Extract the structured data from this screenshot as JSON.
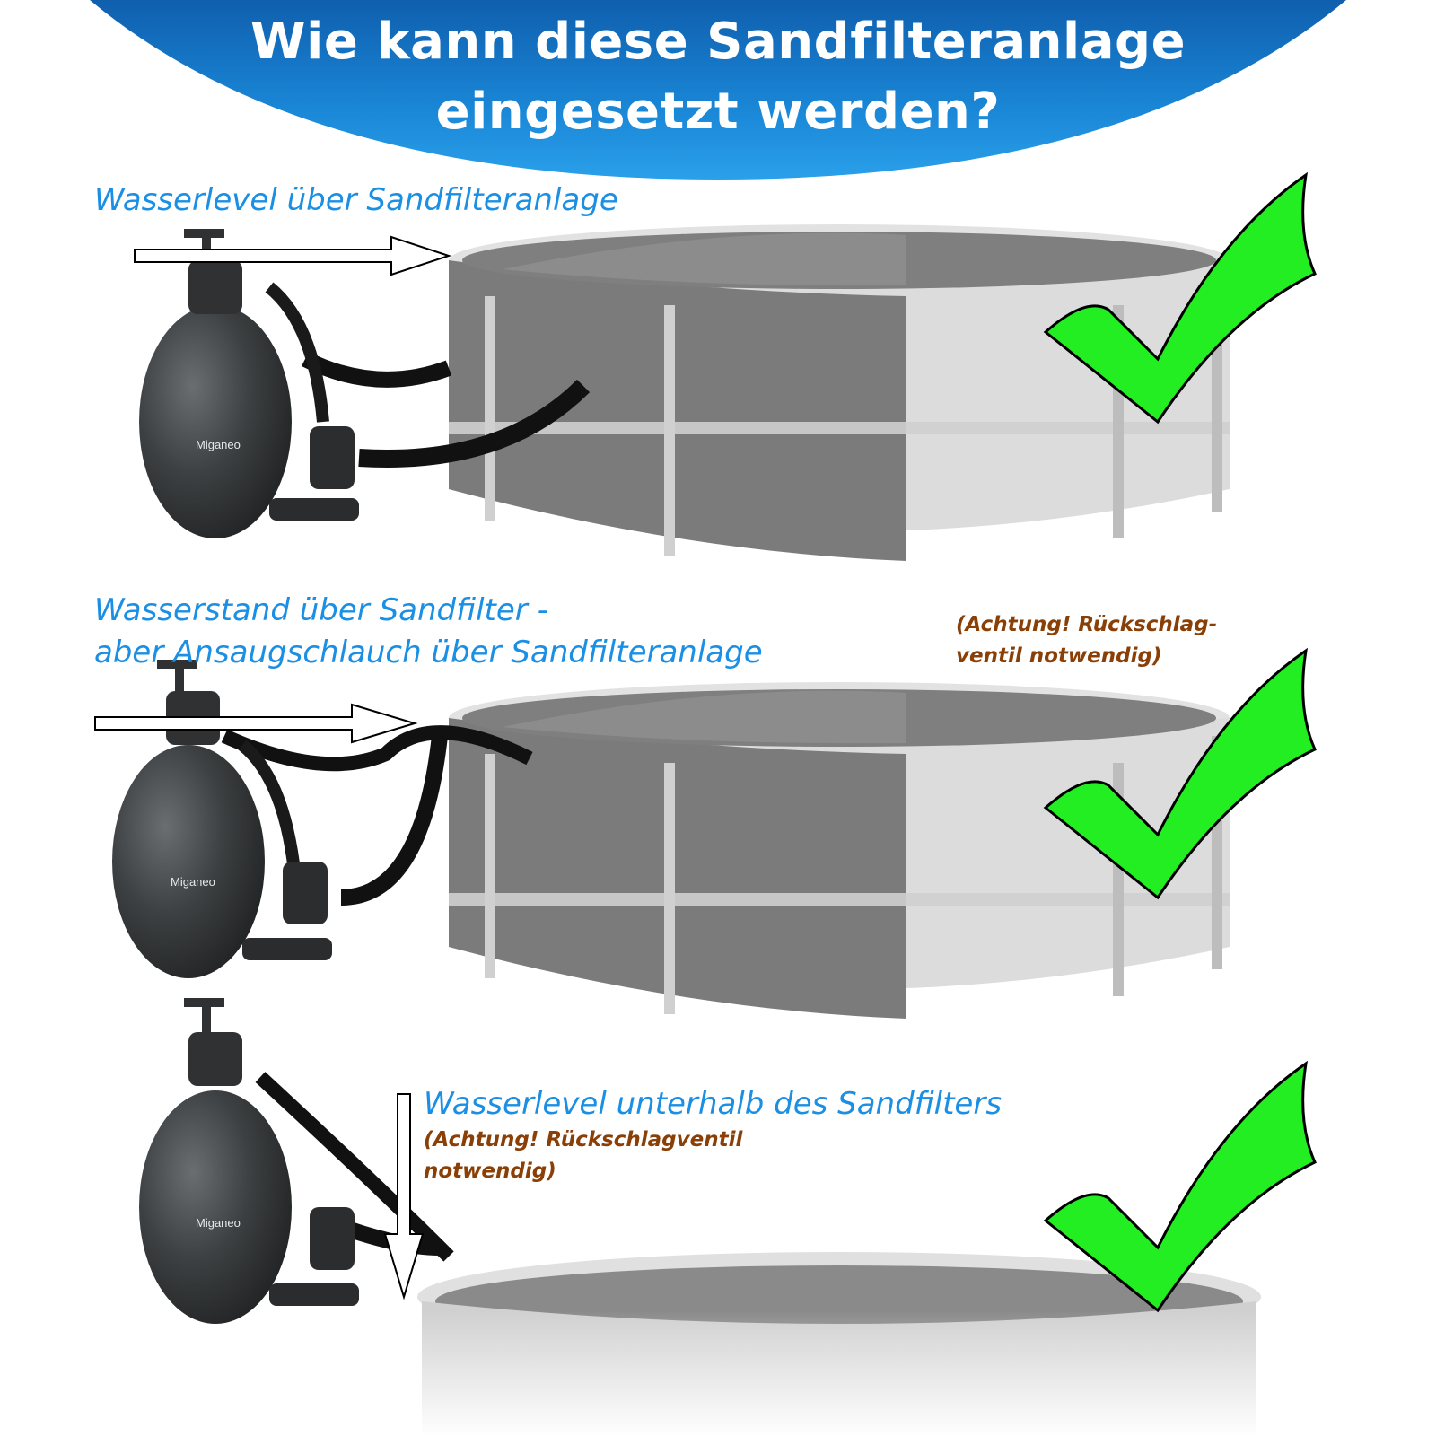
{
  "header": {
    "title_line1": "Wie kann diese Sandfilteranlage",
    "title_line2": "eingesetzt werden?",
    "banner_color": "#1676c6"
  },
  "scenarios": [
    {
      "label": "Wasserlevel über Sandfilteranlage",
      "status_icon": "green-check-icon"
    },
    {
      "label_line1": "Wasserstand über Sandfilter -",
      "label_line2": "aber Ansaugschlauch über Sandfilteranlage",
      "note_line1": "(Achtung! Rückschlag-",
      "note_line2": "ventil notwendig)",
      "status_icon": "green-check-icon"
    },
    {
      "label": "Wasserlevel unterhalb des Sandfilters",
      "note_line1": "(Achtung! Rückschlagventil",
      "note_line2": "notwendig)",
      "status_icon": "green-check-icon"
    }
  ],
  "product": {
    "brand": "Miganeo"
  },
  "colors": {
    "label_blue": "#1a8fe3",
    "note_brown": "#8a3f06",
    "check_green": "#22ee22",
    "filter_dark": "#3a3d3f",
    "pool_dark": "#7a7a7a",
    "pool_light": "#d8d8d8"
  }
}
